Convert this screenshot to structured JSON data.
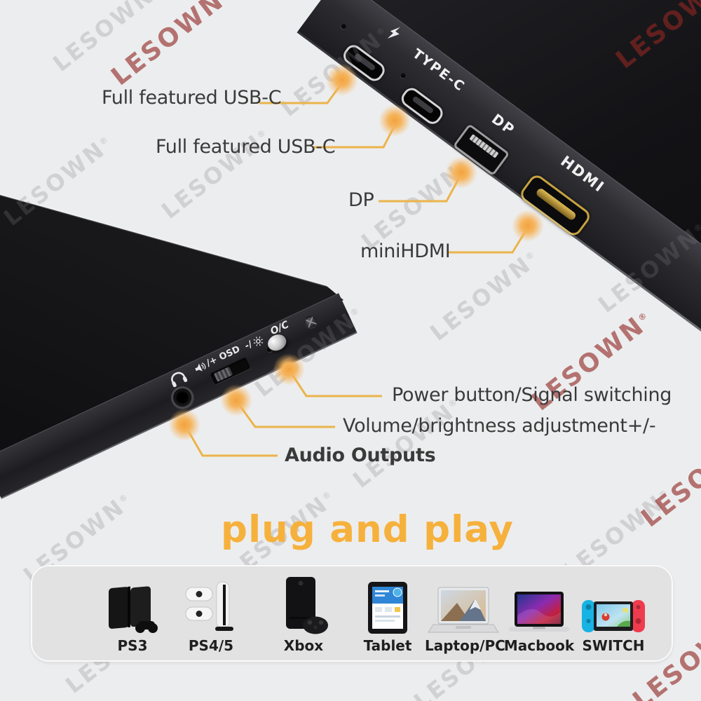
{
  "watermark": {
    "text": "LESOWN",
    "registered_mark": "®"
  },
  "callouts": {
    "top": [
      {
        "label": "Full featured USB-C"
      },
      {
        "label": "Full featured USB-C"
      },
      {
        "label": "DP"
      },
      {
        "label": "miniHDMI"
      }
    ],
    "bottom": [
      {
        "label": "Power button/Signal switching"
      },
      {
        "label": "Volume/brightness adjustment+/-"
      },
      {
        "label": "Audio Outputs"
      }
    ]
  },
  "bezel_ports": {
    "usbc1_icon": "lightning-icon",
    "type_c": "TYPE-C",
    "dp": "DP",
    "hdmi": "HDMI"
  },
  "band_controls": {
    "volume_icon": "speaker-icon",
    "osd": "/+ OSD",
    "brightness_prefix": "-/",
    "brightness_icon": "sun-icon",
    "power": "O/C"
  },
  "heading": {
    "title": "plug and play"
  },
  "devices": [
    {
      "label": "PS3"
    },
    {
      "label": "PS4/5"
    },
    {
      "label": "Xbox"
    },
    {
      "label": "Tablet"
    },
    {
      "label": "Laptop/PC"
    },
    {
      "label": "Macbook"
    },
    {
      "label": "SWITCH"
    }
  ],
  "colors": {
    "background": "#ECEDEE",
    "accent_orange": "#F0AD3E",
    "heading_orange": "#F6B13C",
    "callout_line": "#EBB44B",
    "monitor_black": "#1C1C20",
    "hdmi_gold": "#C7A33F"
  }
}
